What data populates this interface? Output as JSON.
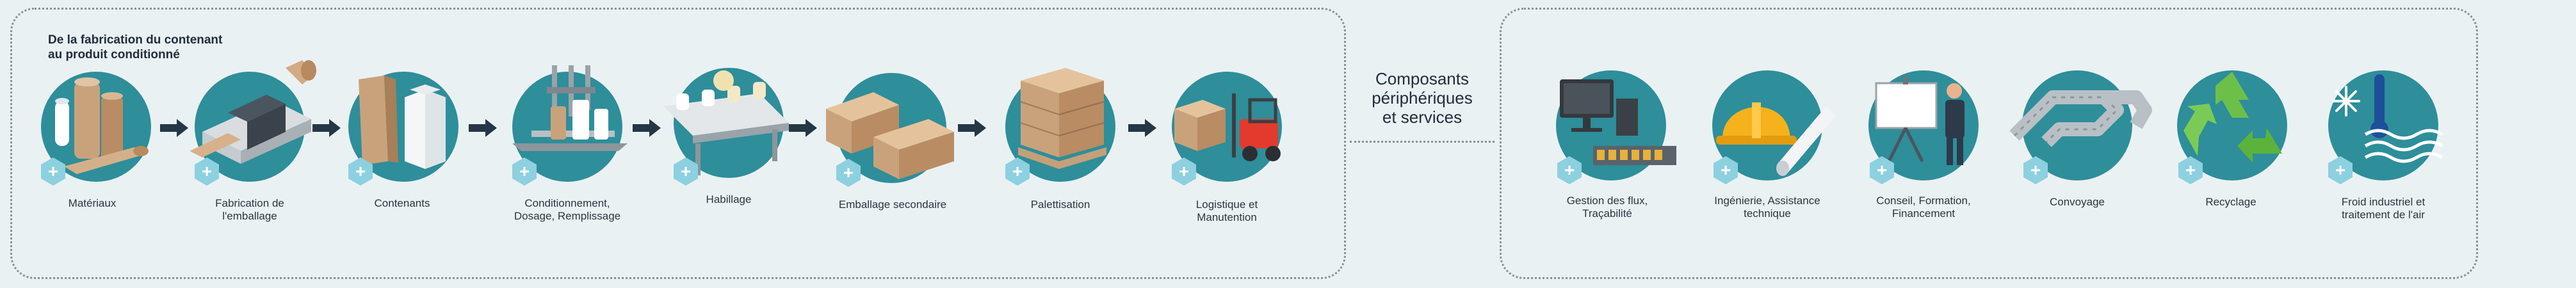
{
  "left_panel": {
    "title_line1": "De la fabrication du contenant",
    "title_line2": "au produit conditionné",
    "steps": [
      {
        "label_line1": "Matériaux",
        "label_line2": ""
      },
      {
        "label_line1": "Fabrication de",
        "label_line2": "l'emballage"
      },
      {
        "label_line1": "Contenants",
        "label_line2": ""
      },
      {
        "label_line1": "Conditionnement,",
        "label_line2": "Dosage, Remplissage"
      },
      {
        "label_line1": "Habillage",
        "label_line2": ""
      },
      {
        "label_line1": "Emballage secondaire",
        "label_line2": ""
      },
      {
        "label_line1": "Palettisation",
        "label_line2": ""
      },
      {
        "label_line1": "Logistique et",
        "label_line2": "Manutention"
      }
    ]
  },
  "center": {
    "line1": "Composants",
    "line2": "périphériques",
    "line3": "et services"
  },
  "right_panel": {
    "items": [
      {
        "label_line1": "Gestion des flux,",
        "label_line2": "Traçabilité"
      },
      {
        "label_line1": "Ingénierie, Assistance",
        "label_line2": "technique"
      },
      {
        "label_line1": "Conseil, Formation,",
        "label_line2": "Financement"
      },
      {
        "label_line1": "Convoyage",
        "label_line2": ""
      },
      {
        "label_line1": "Recyclage",
        "label_line2": ""
      },
      {
        "label_line1": "Froid industriel et",
        "label_line2": "traitement de l'air"
      }
    ]
  },
  "plus_symbol": "+",
  "colors": {
    "circle": "#2e8e9a",
    "plus_badge": "#8dd0e0",
    "arrow": "#253746",
    "background": "#eaf1f3"
  }
}
